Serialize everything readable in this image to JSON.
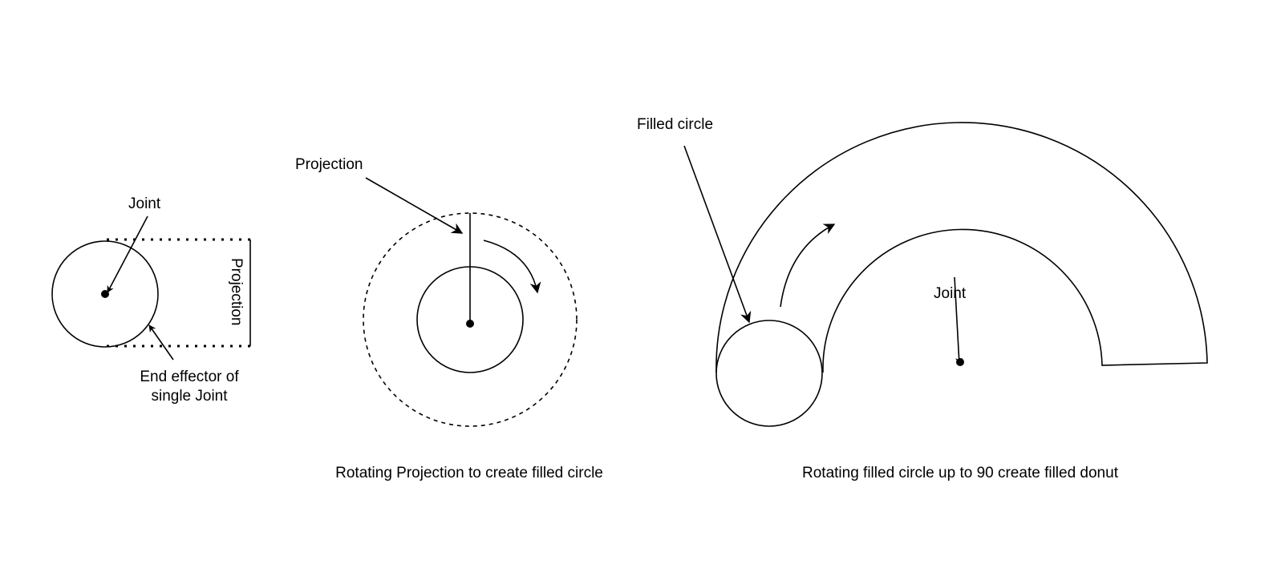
{
  "panel1": {
    "joint_label": "Joint",
    "projection_label": "Projection",
    "end_effector_label_line1": "End effector of",
    "end_effector_label_line2": "single Joint"
  },
  "panel2": {
    "projection_label": "Projection",
    "caption": "Rotating Projection to create filled circle"
  },
  "panel3": {
    "filled_circle_label": "Filled circle",
    "joint_label": "Joint",
    "caption": "Rotating filled circle up to 90 create filled donut"
  },
  "colors": {
    "line": "#000000",
    "background": "#ffffff"
  }
}
